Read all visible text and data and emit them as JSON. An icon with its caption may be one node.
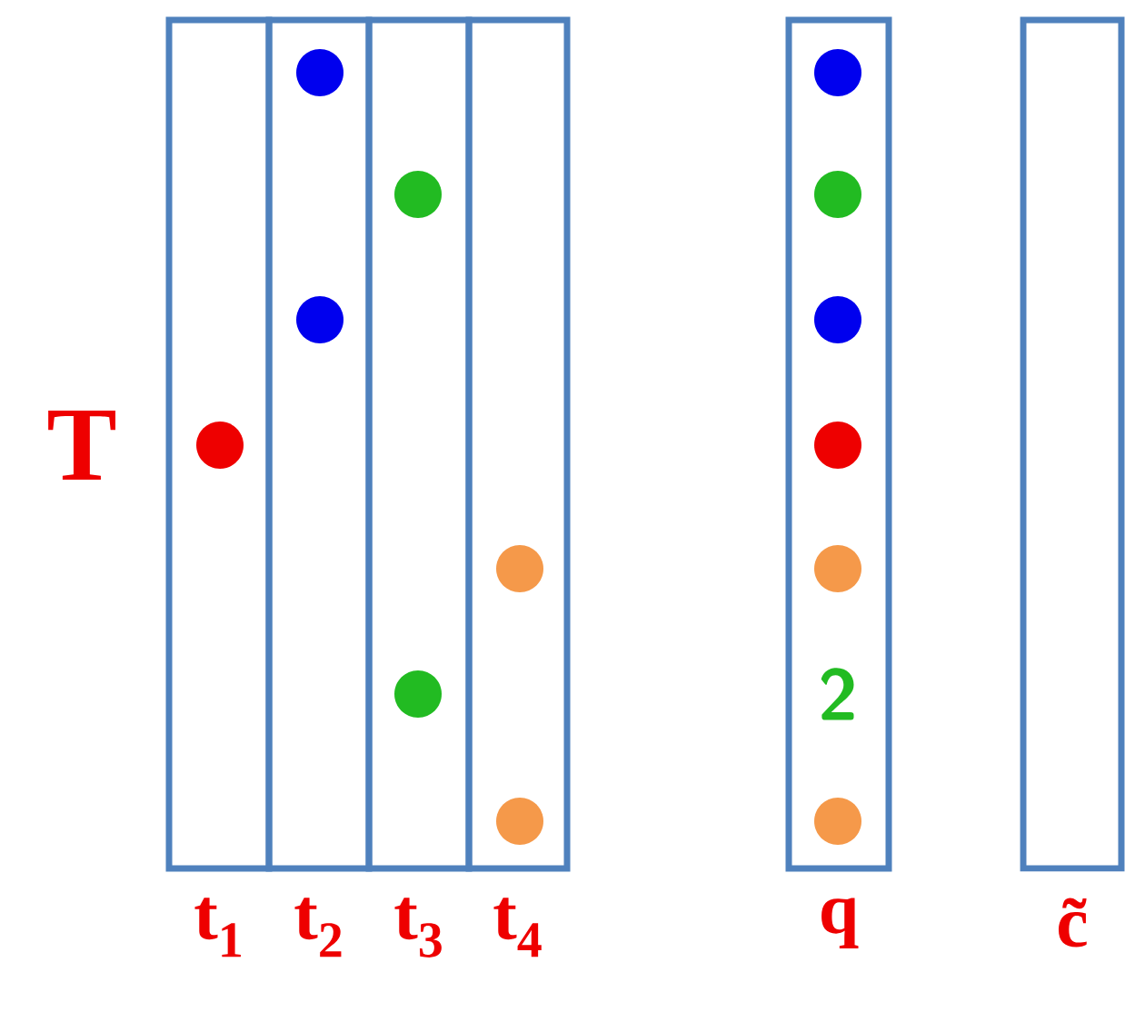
{
  "diagram": {
    "nodes": [
      {
        "text": [
          "t$_{1}$"
        ]
      },
      {
        "text": [
          "t$_{2}$"
        ]
      },
      {
        "text": [
          "t$_{3}$"
        ]
      },
      {
        "text": [
          "t$_{4}$"
        ]
      },
      {
        "text": [
          "q"
        ]
      },
      {
        "text": [
          "c̃"
        ]
      }
    ],
    "labels": [
      "T",
      "2"
    ]
  }
}
